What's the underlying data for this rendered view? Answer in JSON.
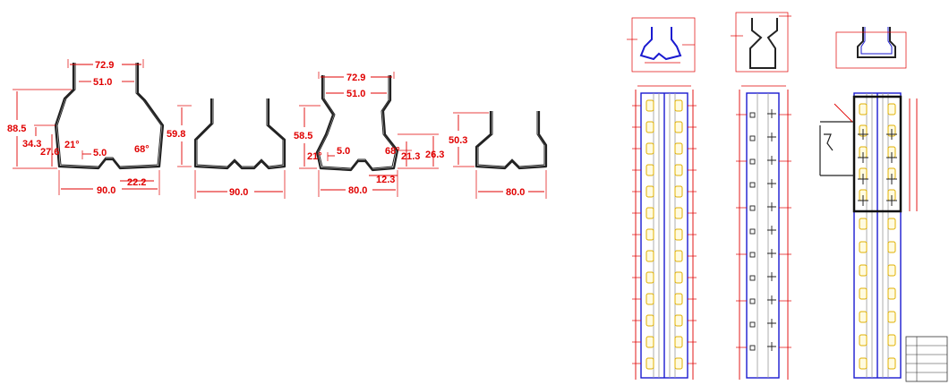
{
  "profiles": [
    {
      "id": "profile-1",
      "dims": {
        "top_outer": "72.9",
        "top_inner": "51.0",
        "height": "88.5",
        "mid_height": "34.3",
        "lower_height": "27.6",
        "angle_left": "21°",
        "angle_right": "68°",
        "notch": "5.0",
        "foot": "22.2",
        "bottom": "90.0"
      }
    },
    {
      "id": "profile-2",
      "dims": {
        "height": "59.8",
        "bottom": "90.0"
      }
    },
    {
      "id": "profile-3",
      "dims": {
        "top_outer": "72.9",
        "top_inner": "51.0",
        "height": "58.5",
        "angle_left": "21°",
        "angle_right": "68°",
        "notch": "5.0",
        "lower_right": "21.3",
        "side_right": "26.3",
        "foot": "12.3",
        "bottom": "80.0"
      }
    },
    {
      "id": "profile-4",
      "dims": {
        "height": "50.3",
        "bottom": "80.0"
      }
    }
  ],
  "colors": {
    "dimension": "#e00000",
    "profile": "#222222",
    "upright": "#1a1ad0",
    "slot": "#e0b000"
  }
}
